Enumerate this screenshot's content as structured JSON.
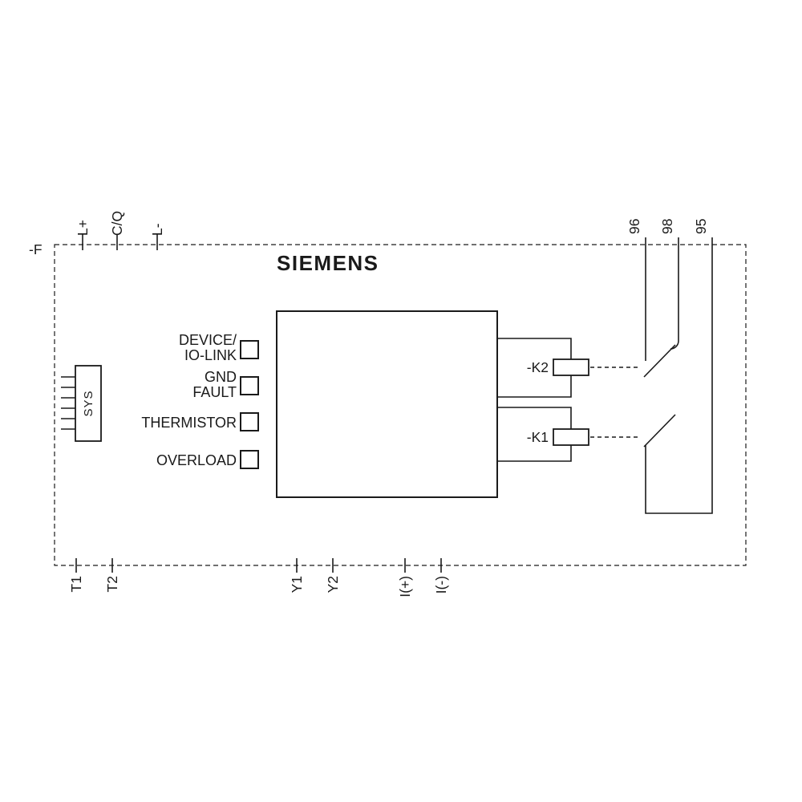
{
  "frame": {
    "label": "-F"
  },
  "brand": "SIEMENS",
  "top_terminals": [
    "L+",
    "C/Q",
    "L-"
  ],
  "right_terminals": [
    "96",
    "98",
    "95"
  ],
  "bottom_terminals": [
    "T1",
    "T2",
    "Y1",
    "Y2",
    "I(+)",
    "I(-)"
  ],
  "sys_connector": {
    "label": "SYS"
  },
  "indicators": {
    "device_line1": "DEVICE/",
    "device_line2": "IO-LINK",
    "gnd_line1": "GND",
    "gnd_line2": "FAULT",
    "thermistor": "THERMISTOR",
    "overload": "OVERLOAD"
  },
  "relays": {
    "k2": "-K2",
    "k1": "-K1"
  },
  "colors": {
    "line": "#1a1a1a",
    "background": "#ffffff"
  }
}
